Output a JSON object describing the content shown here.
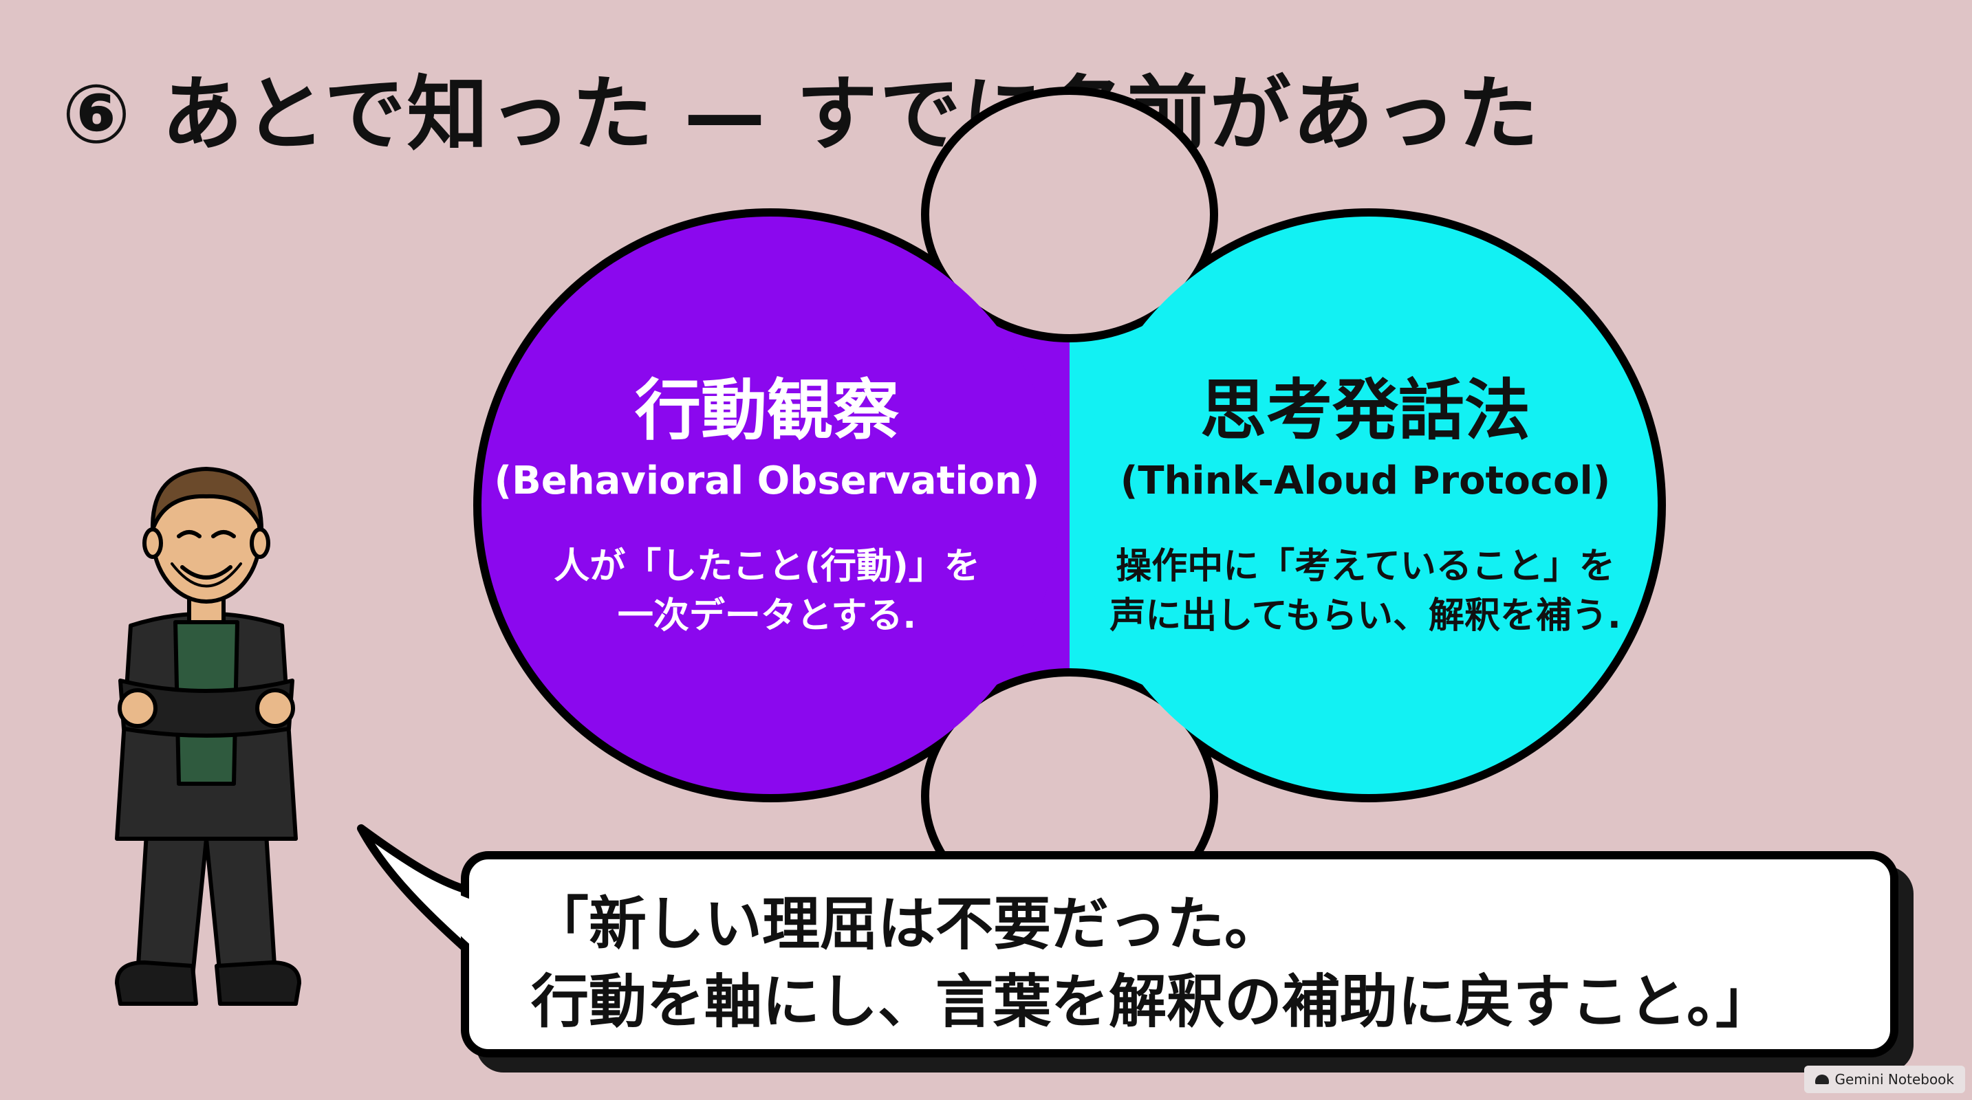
{
  "title": "⑥ あとで知った — すでに名前があった",
  "left_circle": {
    "name": "行動観察",
    "english": "(Behavioral Observation)",
    "description": "人が「したこと(行動)」を\n一次データとする.",
    "color": "#8b08ee"
  },
  "right_circle": {
    "name": "思考発話法",
    "english": "(Think-Aloud Protocol)",
    "description": "操作中に「考えていること」を\n声に出してもらい、解釈を補う.",
    "color": "#12f1f3"
  },
  "overlap_color": "#3c5fdc",
  "speech": {
    "text": "「新しい理屈は不要だった。\n行動を軸にし、言葉を解釈の補助に戻すこと。」"
  },
  "watermark": {
    "text": "Gemini Notebook",
    "icon": "gemini-notebook-icon"
  },
  "background_color": "#dfc4c6"
}
